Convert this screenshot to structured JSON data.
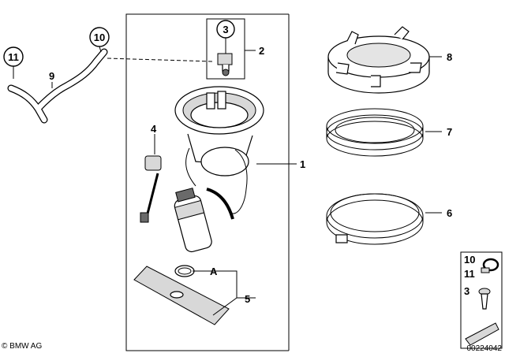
{
  "callouts": {
    "c1": "1",
    "c2": "2",
    "c3": "3",
    "c4": "4",
    "c5": "5",
    "c6": "6",
    "c7": "7",
    "c8": "8",
    "c9": "9",
    "c10": "10",
    "c11": "11",
    "cA": "A"
  },
  "legend": {
    "l10": "10",
    "l11": "11",
    "l3": "3"
  },
  "footer": {
    "copyright": "© BMW AG",
    "diagram_id": "00224042"
  }
}
